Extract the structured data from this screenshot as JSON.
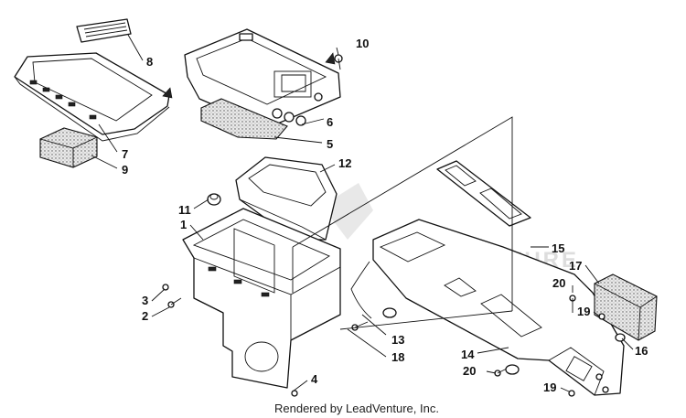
{
  "figure": {
    "callouts": [
      {
        "id": "c1",
        "label": "1"
      },
      {
        "id": "c2",
        "label": "2"
      },
      {
        "id": "c3",
        "label": "3"
      },
      {
        "id": "c4",
        "label": "4"
      },
      {
        "id": "c5",
        "label": "5"
      },
      {
        "id": "c6",
        "label": "6"
      },
      {
        "id": "c7",
        "label": "7"
      },
      {
        "id": "c8",
        "label": "8"
      },
      {
        "id": "c9",
        "label": "9"
      },
      {
        "id": "c10",
        "label": "10"
      },
      {
        "id": "c11",
        "label": "11"
      },
      {
        "id": "c12",
        "label": "12"
      },
      {
        "id": "c13",
        "label": "13"
      },
      {
        "id": "c14",
        "label": "14"
      },
      {
        "id": "c15",
        "label": "15"
      },
      {
        "id": "c16",
        "label": "16"
      },
      {
        "id": "c17",
        "label": "17"
      },
      {
        "id": "c18",
        "label": "18"
      },
      {
        "id": "c19a",
        "label": "19"
      },
      {
        "id": "c19b",
        "label": "19"
      },
      {
        "id": "c20a",
        "label": "20"
      },
      {
        "id": "c20b",
        "label": "20"
      }
    ],
    "credit": "Rendered by LeadVenture, Inc.",
    "watermark": "LEADVENTURE",
    "colors": {
      "line": "#111111",
      "background": "#ffffff",
      "watermark": "#d8d8d8"
    }
  }
}
